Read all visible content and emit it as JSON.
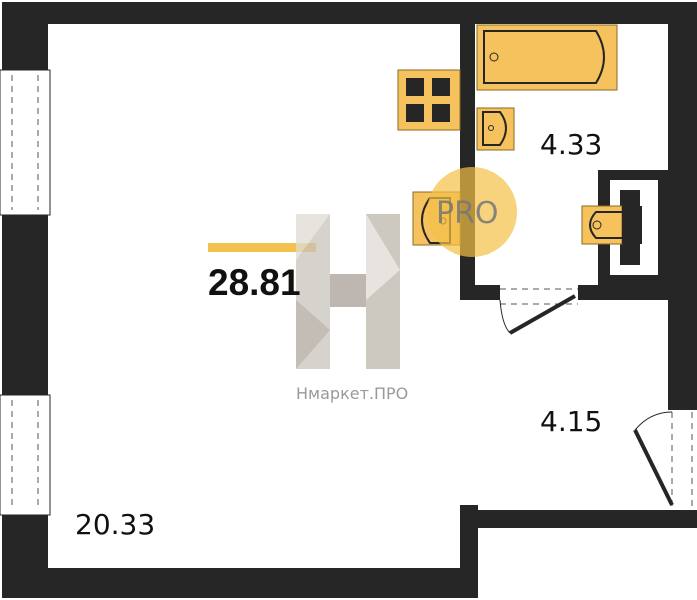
{
  "plan": {
    "total_area": "28.81",
    "rooms": [
      {
        "name": "living-room",
        "area": "20.33"
      },
      {
        "name": "bathroom",
        "area": "4.33"
      },
      {
        "name": "hallway",
        "area": "4.15"
      }
    ]
  },
  "watermark": {
    "text": "Нмаркет.ПРО",
    "badge": "PRO"
  },
  "colors": {
    "wall": "#262626",
    "fixture": "#f5c25e",
    "accent": "#f2c14e"
  }
}
